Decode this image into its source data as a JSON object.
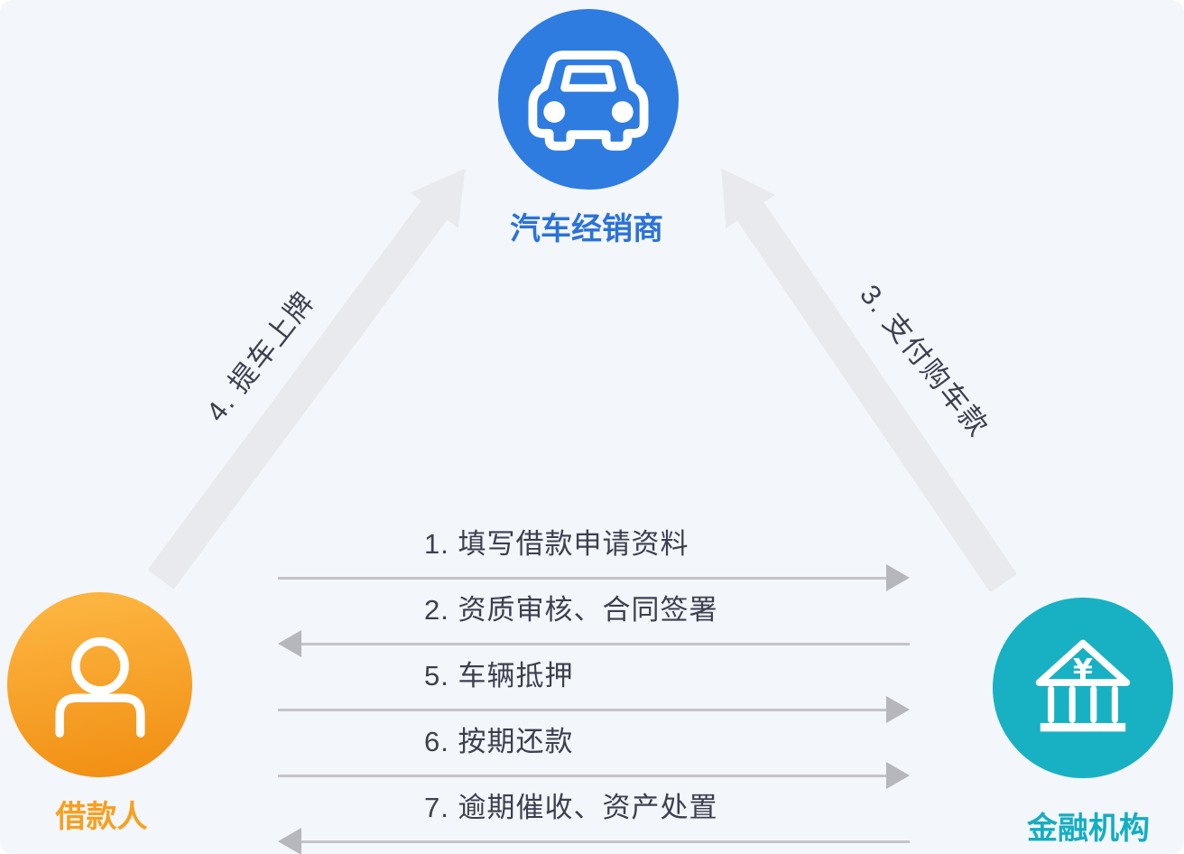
{
  "diagram_title": "车辆贷款业务流程 (vehicle loan process diagram)",
  "entities": {
    "car_dealer": {
      "label": "汽车经销商",
      "icon": "car-icon",
      "circle_color": "#2e7ce0",
      "label_color": "#2a72d9"
    },
    "borrower": {
      "label": "借款人",
      "icon": "person-icon",
      "circle_color_top": "#fcb440",
      "circle_color_bottom": "#f18f12",
      "label_color": "#f7a01f"
    },
    "financial_institution": {
      "label": "金融机构",
      "icon": "bank-icon",
      "icon_symbol": "¥",
      "circle_color": "#18b1c3",
      "label_color": "#14aec2"
    }
  },
  "flows": {
    "horizontal": [
      {
        "label": "1. 填写借款申请资料",
        "from": "借款人",
        "to": "金融机构",
        "direction": "right"
      },
      {
        "label": "2. 资质审核、合同签署",
        "from": "金融机构",
        "to": "借款人",
        "direction": "left"
      },
      {
        "label": "5. 车辆抵押",
        "from": "借款人",
        "to": "金融机构",
        "direction": "right"
      },
      {
        "label": "6. 按期还款",
        "from": "借款人",
        "to": "金融机构",
        "direction": "right"
      },
      {
        "label": "7. 逾期催收、资产处置",
        "from": "金融机构",
        "to": "借款人",
        "direction": "left"
      }
    ],
    "diagonal": [
      {
        "label": "4. 提车上牌",
        "from": "借款人",
        "to": "汽车经销商"
      },
      {
        "label": "3. 支付购车款",
        "from": "金融机构",
        "to": "汽车经销商"
      }
    ]
  },
  "colors": {
    "background": "#f3f6fa",
    "big_arrow": "#e9eaee",
    "small_arrow_line": "#c3c3c8",
    "small_arrow_head": "#b6b6bd",
    "flow_text": "#3c3f4f"
  }
}
